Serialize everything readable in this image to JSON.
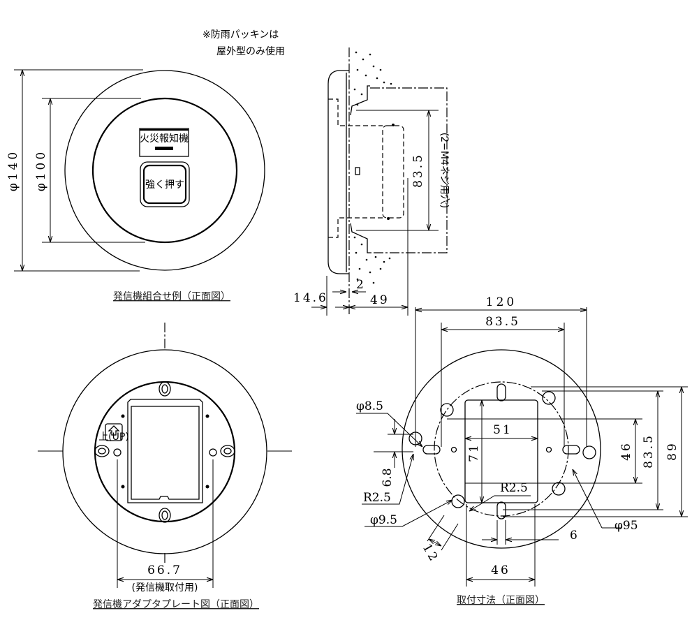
{
  "note": {
    "line1": "※防雨パッキンは",
    "line2": "屋外型のみ使用"
  },
  "front_view": {
    "caption": "発信機組合せ例（正面図）",
    "label_title": "火災報知機",
    "button_text": "強く押す",
    "dim_outer": "φ140",
    "dim_inner": "φ100"
  },
  "side_view": {
    "dim_cover": "14.6",
    "dim_gap": "2",
    "dim_depth": "49",
    "dim_pitch": "83.5",
    "screw_note": "(2−M4ネジ用穴)"
  },
  "adapter_view": {
    "caption": "発信機アダプタプレート図（正面図）",
    "dim_pitch": "66.7",
    "dim_note": "(発信機取付用)",
    "up_mark": "上(UP)"
  },
  "mounting_view": {
    "caption": "取付寸法（正面図）",
    "dim_width": "120",
    "dim_pitch_h": "83.5",
    "dim_box_w": "51",
    "dim_box_h": "71",
    "dim_46_v": "46",
    "dim_pitch_v": "83.5",
    "dim_height": "89",
    "dim_slot": "6",
    "dim_circle": "φ95",
    "dim_hole1": "φ8.5",
    "dim_68": "6.8",
    "dim_r1": "R2.5",
    "dim_hole2": "φ9.5",
    "dim_r2": "R2.5",
    "dim_12": "12",
    "dim_46_h": "46"
  }
}
